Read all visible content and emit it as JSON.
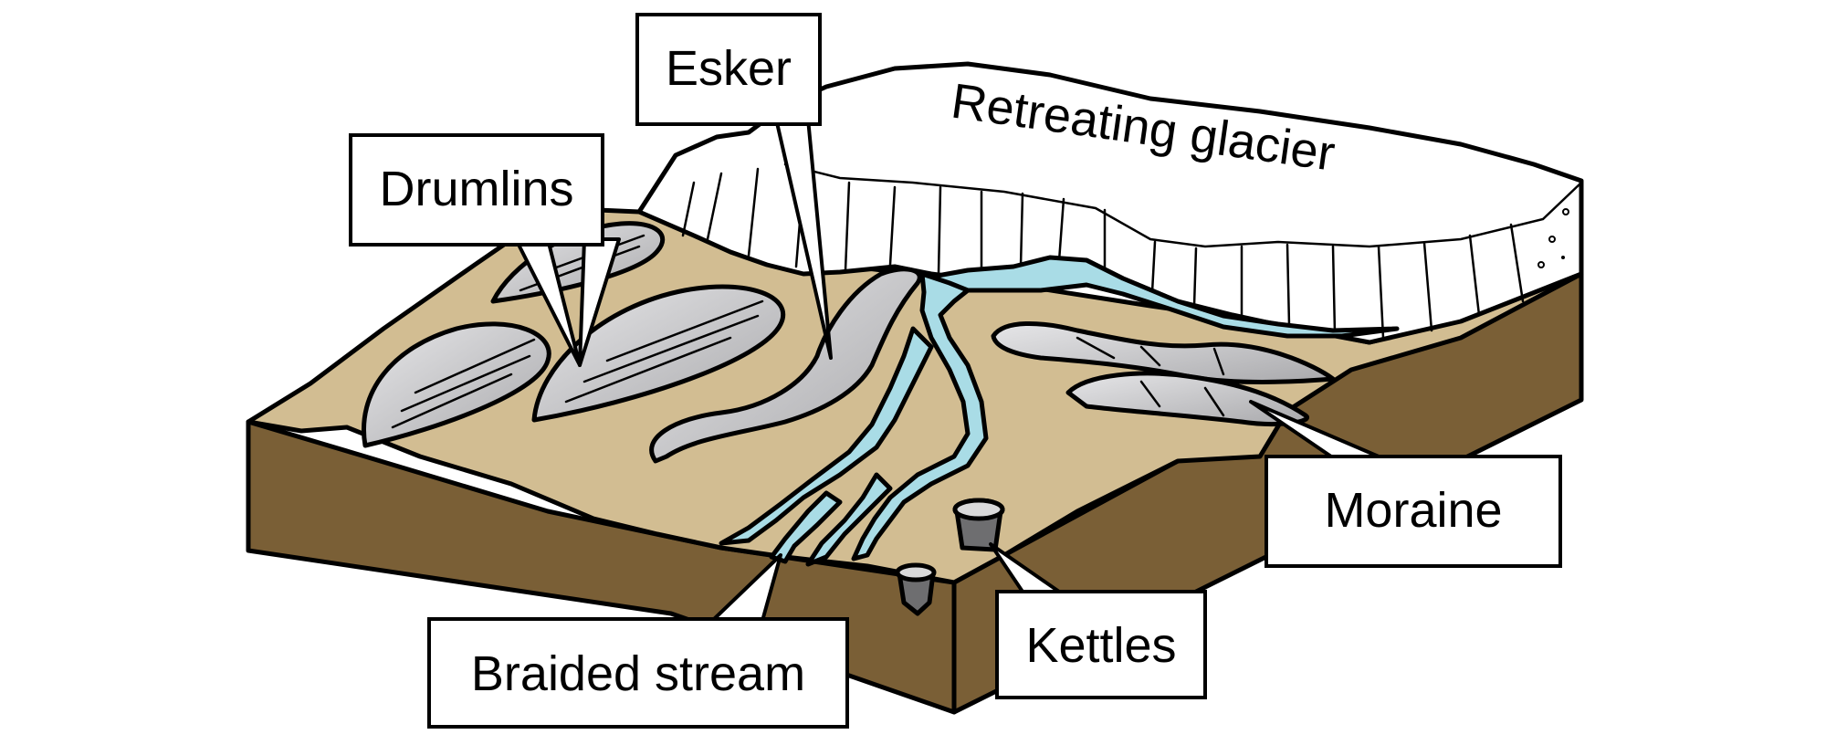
{
  "labels": {
    "glacier": "Retreating glacier",
    "esker": "Esker",
    "drumlins": "Drumlins",
    "moraine": "Moraine",
    "kettles": "Kettles",
    "braided_stream": "Braided stream"
  },
  "colors": {
    "ground_side": "#7a5f36",
    "ground_top": "#d2bd92",
    "ice": "#ffffff",
    "water": "#a9dce6",
    "landform": "#c9c9cb",
    "outline": "#000000"
  }
}
